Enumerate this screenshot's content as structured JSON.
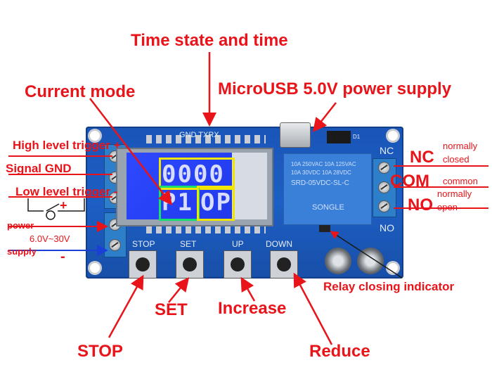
{
  "labels": {
    "time_state": "Time state and time",
    "current_mode": "Current mode",
    "microusb": "MicroUSB 5.0V power supply",
    "high_level": "High level trigger +",
    "signal_gnd": "Signal GND",
    "low_level": "Low level trigger -",
    "power": "power",
    "voltage": "6.0V~30V",
    "supply": "supply",
    "plus": "+",
    "minus": "-",
    "nc": "NC",
    "nc_desc_1": "normally",
    "nc_desc_2": "closed",
    "com": "COM",
    "com_desc": "common",
    "no": "NO",
    "no_desc_1": "normally",
    "no_desc_2": "open",
    "relay_indicator": "Relay closing indicator",
    "set": "SET",
    "increase": "Increase",
    "stop": "STOP",
    "reduce": "Reduce"
  },
  "board": {
    "header_pins": "GND TXRX",
    "btn_stop": "STOP",
    "btn_set": "SET",
    "btn_up": "UP",
    "btn_down": "DOWN",
    "silk_nc": "NC",
    "silk_no": "NO",
    "chip_label": "D1",
    "relay_lines": [
      "10A 250VAC 10A 125VAC",
      "10A 30VDC 10A 28VDC",
      "SRD-05VDC-SL-C",
      "SONGLE"
    ]
  },
  "lcd": {
    "top_digits": "0000",
    "bottom_mode": "P1",
    "bottom_state": "OP"
  },
  "colors": {
    "annotation": "#e8141a",
    "arrow_blue": "#1a3fd6",
    "pcb": "#1d5fc4",
    "lcd": "#2e49ff",
    "highlight_yellow": "#f2e600",
    "highlight_green": "#19e06a"
  }
}
